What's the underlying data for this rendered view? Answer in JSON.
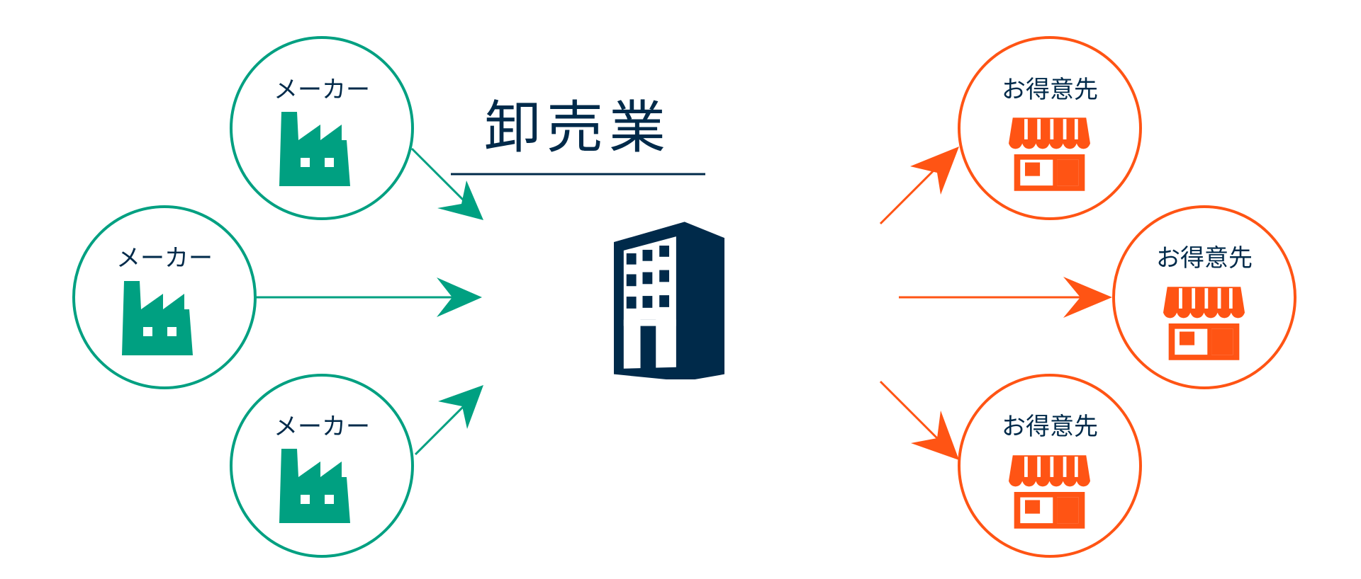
{
  "title": "卸売業",
  "colors": {
    "maker": "#00a081",
    "customer": "#ff5414",
    "navy": "#002a4a",
    "background": "#ffffff"
  },
  "makers": [
    {
      "label": "メーカー",
      "icon": "factory-icon"
    },
    {
      "label": "メーカー",
      "icon": "factory-icon"
    },
    {
      "label": "メーカー",
      "icon": "factory-icon"
    }
  ],
  "customers": [
    {
      "label": "お得意先",
      "icon": "shop-icon"
    },
    {
      "label": "お得意先",
      "icon": "shop-icon"
    },
    {
      "label": "お得意先",
      "icon": "shop-icon"
    }
  ],
  "center": {
    "icon": "office-building-icon"
  }
}
